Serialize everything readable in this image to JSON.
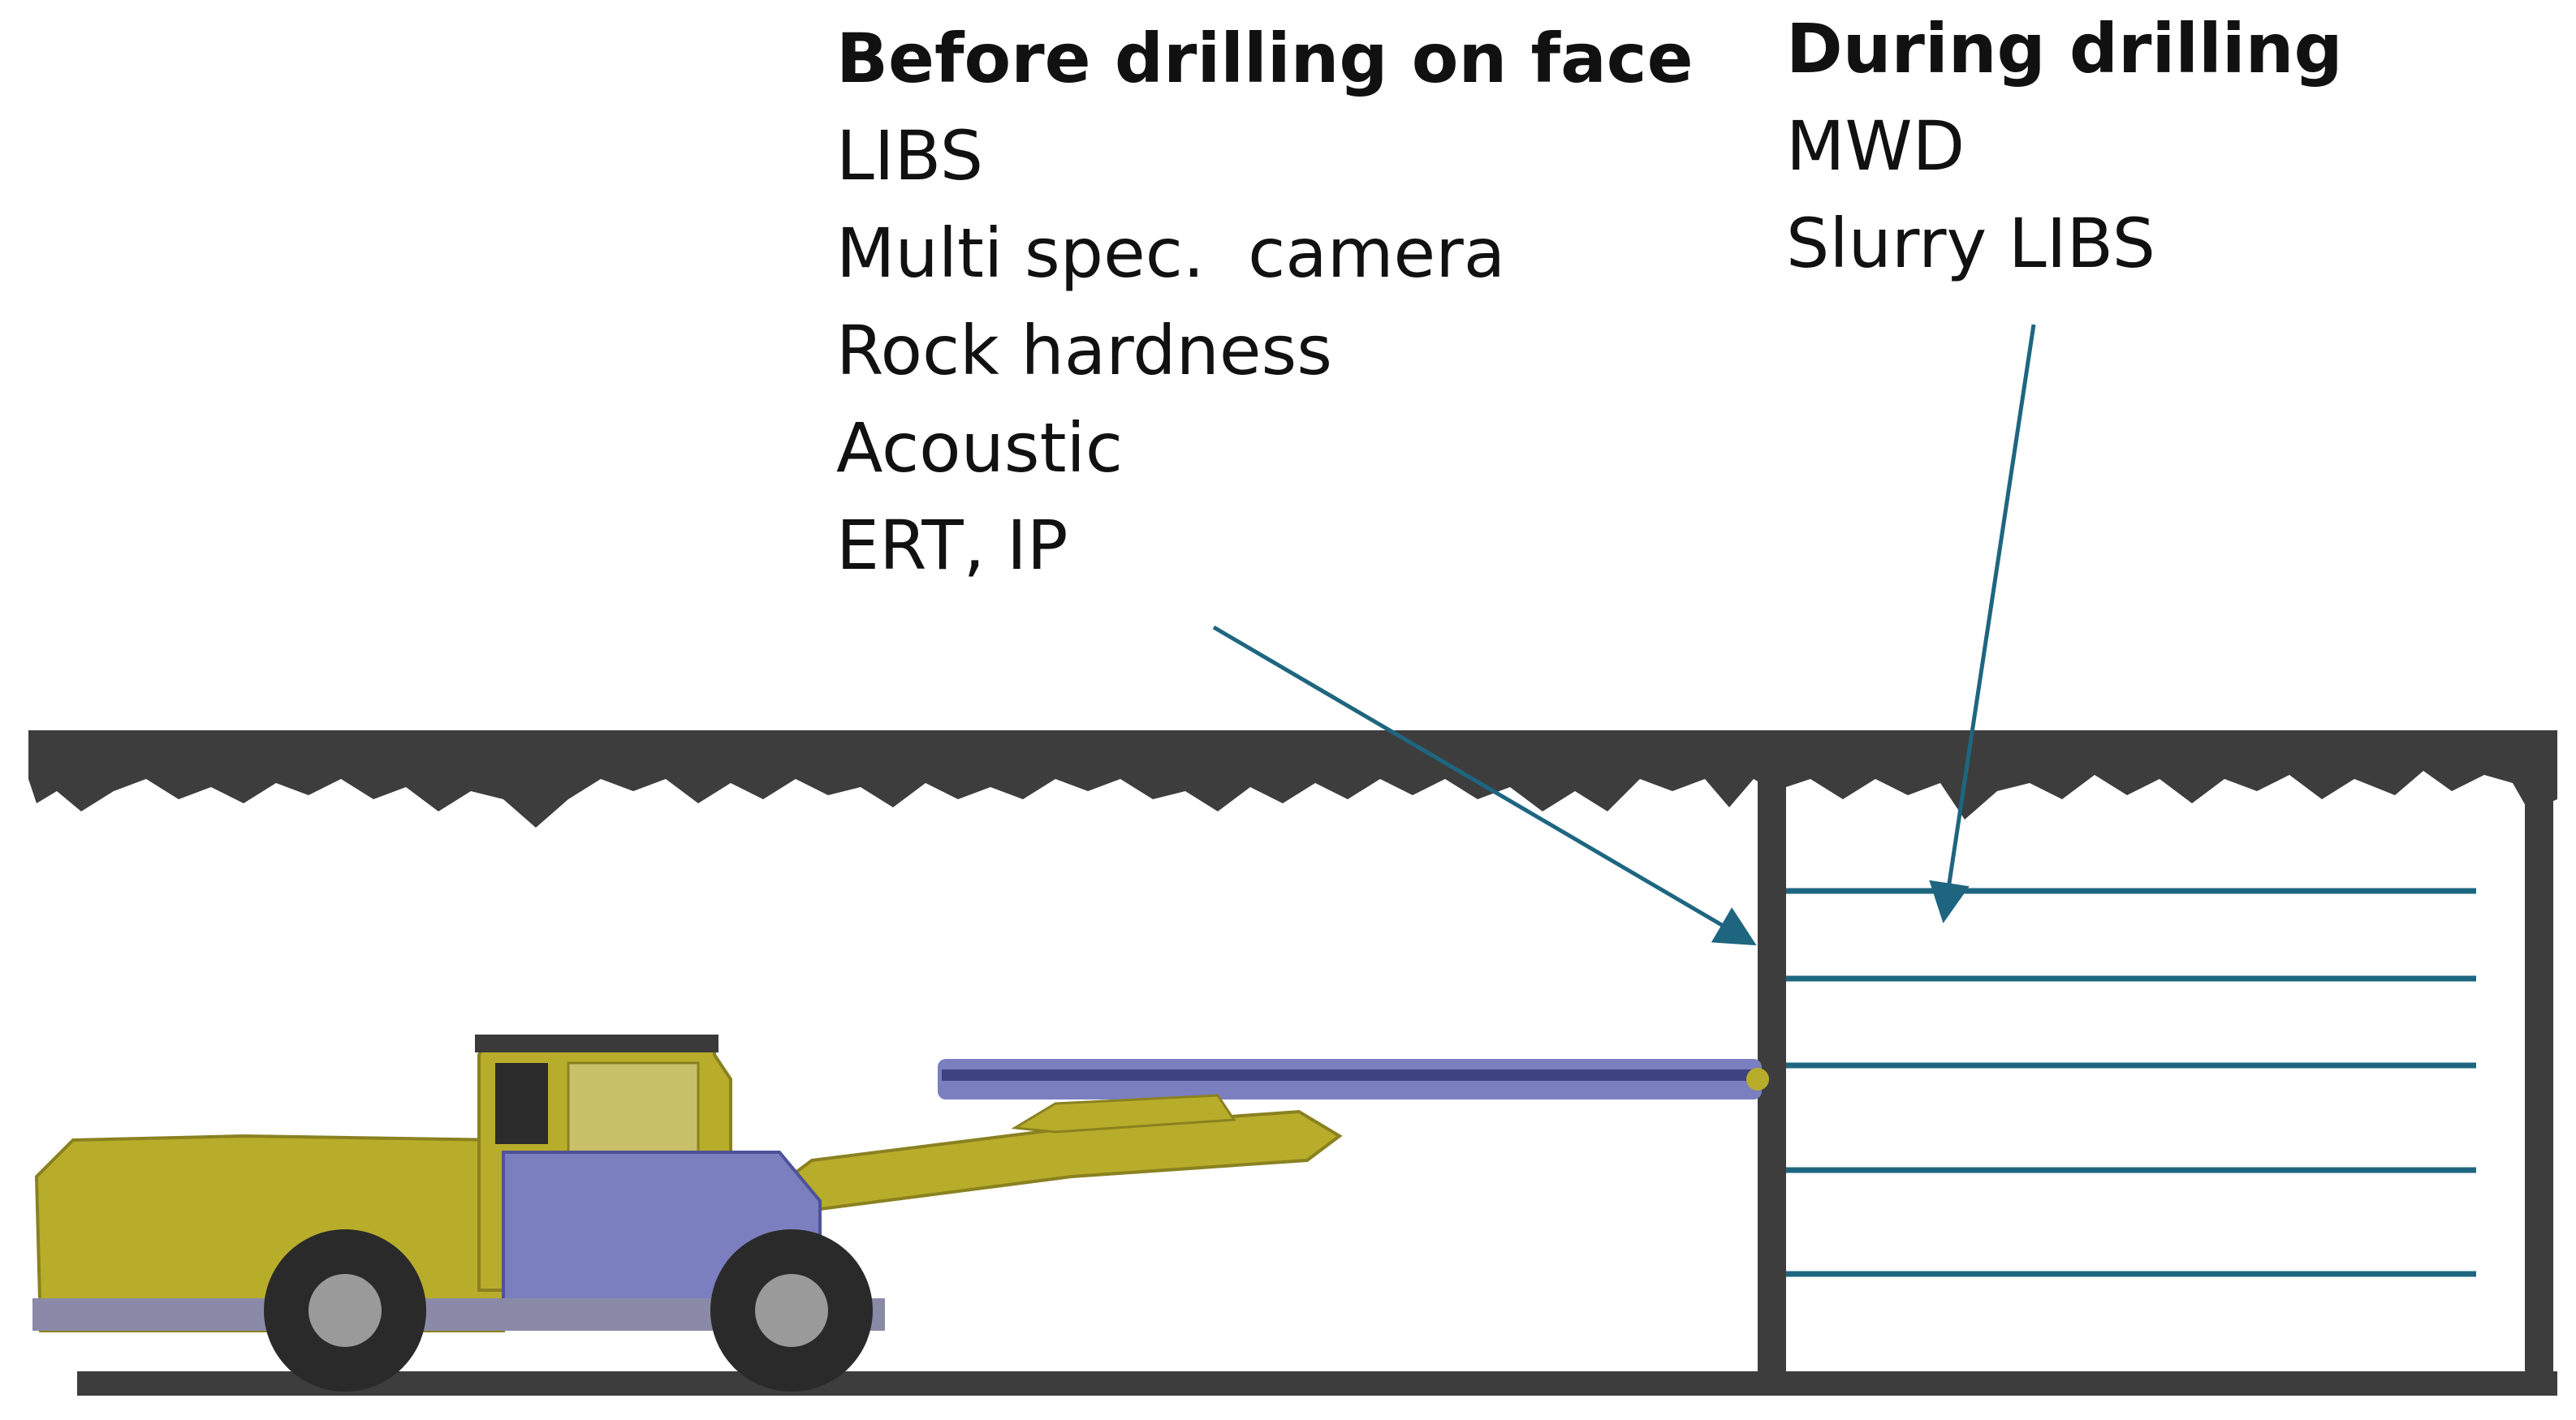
{
  "before_drilling": {
    "title": "Before drilling on face",
    "items": [
      "LIBS",
      "Multi spec.  camera",
      "Rock hardness",
      "Acoustic",
      "ERT, IP"
    ]
  },
  "during_drilling": {
    "title": "During drilling",
    "items": [
      "MWD",
      "Slurry LIBS"
    ]
  },
  "colors": {
    "rock": "#3d3d3d",
    "arrow": "#1e6680",
    "drillhole": "#1e6680",
    "rig_body": "#b8ad2a",
    "rig_frame": "#7b7fbf",
    "tire": "#2a2a2a"
  },
  "drillhole_count": 5
}
